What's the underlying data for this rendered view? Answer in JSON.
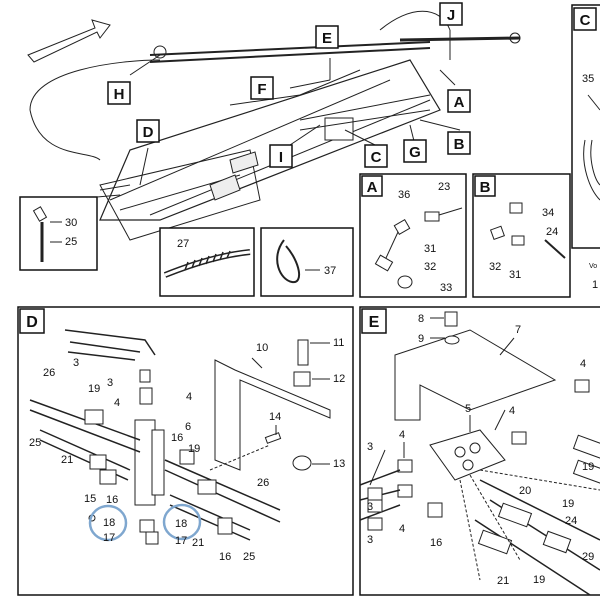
{
  "main_callouts": [
    "H",
    "D",
    "E",
    "F",
    "J",
    "A",
    "B",
    "C",
    "G",
    "I"
  ],
  "inset_bottom_left": {
    "labels": [
      "30",
      "25"
    ]
  },
  "detail_27": {
    "label": "27"
  },
  "detail_37": {
    "label": "37"
  },
  "panel_A": {
    "letter": "A",
    "labels": [
      "36",
      "23",
      "31",
      "32",
      "33"
    ]
  },
  "panel_B": {
    "letter": "B",
    "labels": [
      "34",
      "24",
      "32",
      "31"
    ]
  },
  "panel_C": {
    "letter": "C",
    "labels": [
      "35"
    ],
    "fragment_texts": [
      "Vo",
      "1"
    ]
  },
  "panel_D": {
    "letter": "D",
    "labels": [
      "3",
      "3",
      "26",
      "19",
      "4",
      "4",
      "25",
      "21",
      "15",
      "16",
      "18",
      "17",
      "18",
      "17",
      "21",
      "16",
      "25",
      "26",
      "19",
      "16",
      "6",
      "10",
      "11",
      "12",
      "14",
      "13"
    ]
  },
  "panel_E": {
    "letter": "E",
    "labels": [
      "8",
      "9",
      "7",
      "4",
      "5",
      "4",
      "4",
      "3",
      "3",
      "3",
      "16",
      "20",
      "19",
      "24",
      "21",
      "19",
      "29",
      "4",
      "19"
    ]
  }
}
